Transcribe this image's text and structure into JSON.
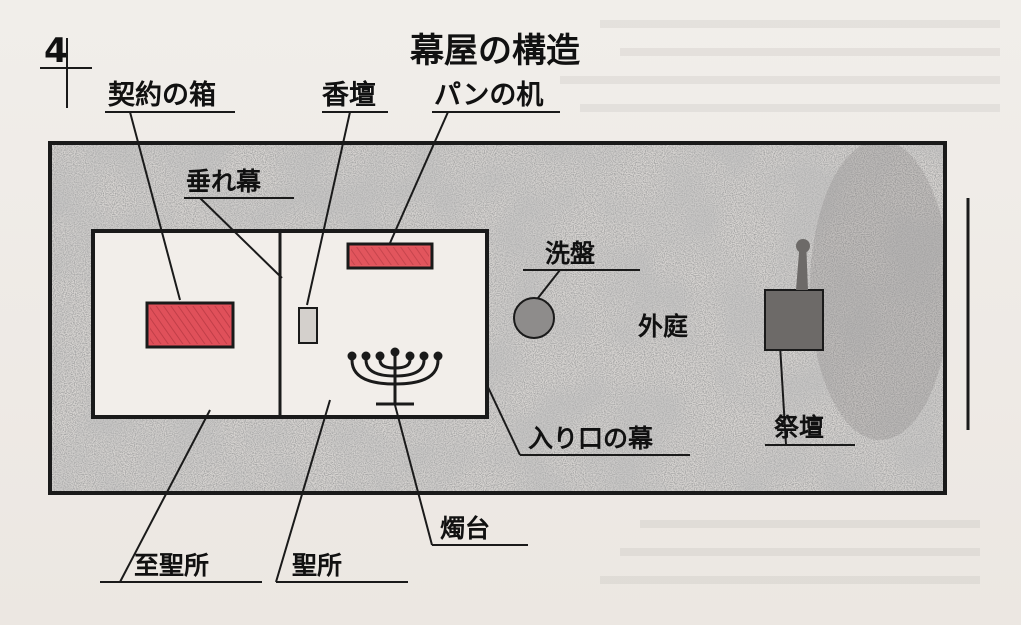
{
  "diagram": {
    "north_mark": "4",
    "title": "幕屋の構造",
    "labels": {
      "ark": "契約の箱",
      "incense_altar": "香壇",
      "bread_table": "パンの机",
      "veil": "垂れ幕",
      "laver": "洗盤",
      "outer_court": "外庭",
      "entrance_curtain": "入り口の幕",
      "altar": "祭壇",
      "lampstand": "燭台",
      "most_holy_place": "至聖所",
      "holy_place": "聖所"
    },
    "colors": {
      "ark": "#e0505a",
      "bread_table": "#e45a60",
      "ink": "#1a1a1a",
      "stipple": "#9a9898",
      "paper": "#efebe7"
    }
  }
}
